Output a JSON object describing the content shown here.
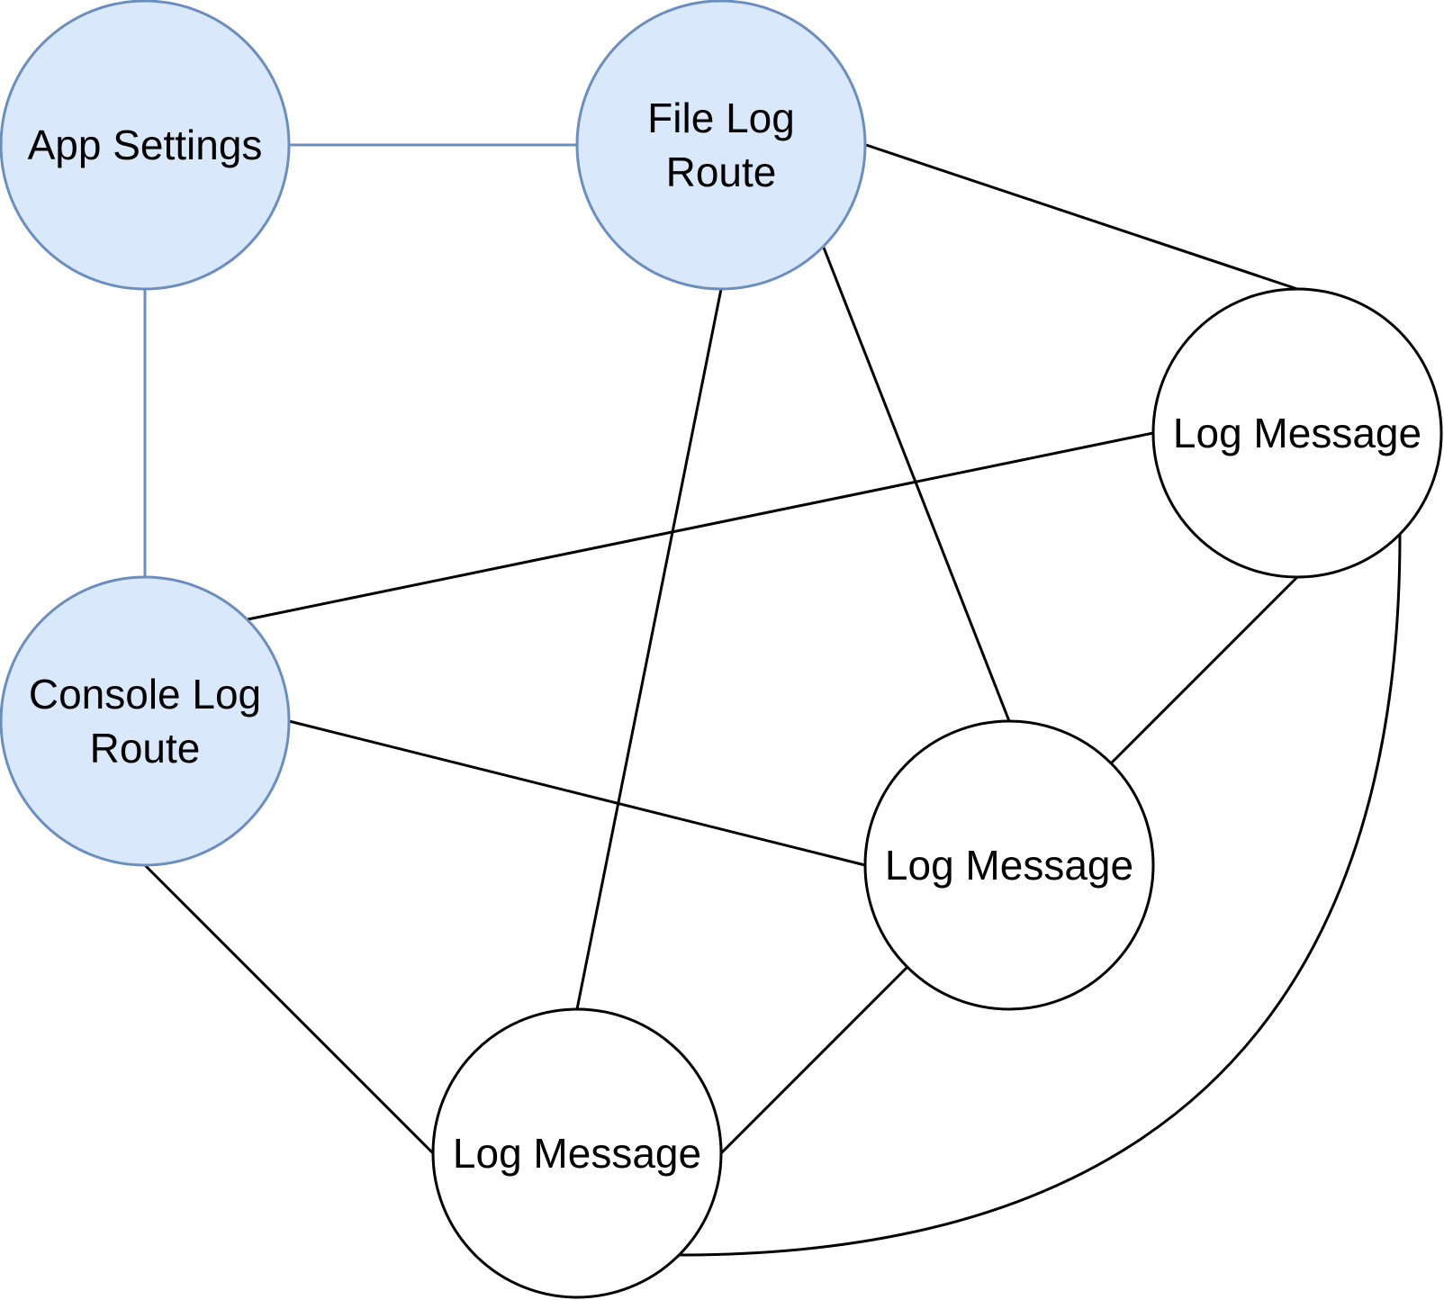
{
  "diagram": {
    "nodes": [
      {
        "id": "app-settings",
        "lines": [
          "App Settings"
        ],
        "category": "config"
      },
      {
        "id": "file-log-route",
        "lines": [
          "File Log",
          "Route"
        ],
        "category": "config"
      },
      {
        "id": "console-log-route",
        "lines": [
          "Console Log",
          "Route"
        ],
        "category": "config"
      },
      {
        "id": "log-message-right",
        "lines": [
          "Log Message"
        ],
        "category": "message"
      },
      {
        "id": "log-message-middle",
        "lines": [
          "Log Message"
        ],
        "category": "message"
      },
      {
        "id": "log-message-bottom",
        "lines": [
          "Log Message"
        ],
        "category": "message"
      }
    ],
    "edges": [
      {
        "from": "app-settings",
        "to": "file-log-route",
        "category": "config"
      },
      {
        "from": "app-settings",
        "to": "console-log-route",
        "category": "config"
      },
      {
        "from": "file-log-route",
        "to": "log-message-right",
        "category": "message"
      },
      {
        "from": "file-log-route",
        "to": "log-message-middle",
        "category": "message"
      },
      {
        "from": "file-log-route",
        "to": "log-message-bottom",
        "category": "message"
      },
      {
        "from": "console-log-route",
        "to": "log-message-right",
        "category": "message"
      },
      {
        "from": "console-log-route",
        "to": "log-message-middle",
        "category": "message"
      },
      {
        "from": "console-log-route",
        "to": "log-message-bottom",
        "category": "message"
      },
      {
        "from": "log-message-right",
        "to": "log-message-middle",
        "category": "message"
      },
      {
        "from": "log-message-middle",
        "to": "log-message-bottom",
        "category": "message"
      },
      {
        "from": "log-message-right",
        "to": "log-message-bottom",
        "category": "message",
        "curved": true
      }
    ],
    "colors": {
      "config_fill": "#dae8fc",
      "config_stroke": "#6c8ebf",
      "message_fill": "#ffffff",
      "message_stroke": "#000000"
    }
  }
}
